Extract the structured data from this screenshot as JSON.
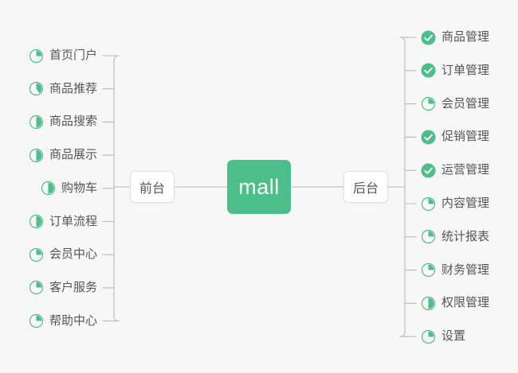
{
  "diagram": {
    "type": "mindmap",
    "background_color": "#f7f7f7",
    "accent_color": "#4BBE8A",
    "line_color": "#b9b9b9",
    "text_color": "#555555",
    "root": {
      "label": "mall"
    },
    "branches": {
      "left": {
        "label": "前台"
      },
      "right": {
        "label": "后台"
      }
    }
  },
  "left_items": [
    {
      "label": "首页门户",
      "icon": "pie-quarter-icon",
      "progress": 25
    },
    {
      "label": "商品推荐",
      "icon": "pie-two-fifths-icon",
      "progress": 40
    },
    {
      "label": "商品搜索",
      "icon": "pie-half-icon",
      "progress": 50
    },
    {
      "label": "商品展示",
      "icon": "pie-half-icon",
      "progress": 50
    },
    {
      "label": "购物车",
      "icon": "pie-half-icon",
      "progress": 50
    },
    {
      "label": "订单流程",
      "icon": "pie-half-icon",
      "progress": 50
    },
    {
      "label": "会员中心",
      "icon": "pie-quarter-icon",
      "progress": 25
    },
    {
      "label": "客户服务",
      "icon": "pie-quarter-icon",
      "progress": 25
    },
    {
      "label": "帮助中心",
      "icon": "pie-quarter-icon",
      "progress": 25
    }
  ],
  "right_items": [
    {
      "label": "商品管理",
      "icon": "check-circle-icon",
      "progress": 100
    },
    {
      "label": "订单管理",
      "icon": "check-circle-icon",
      "progress": 100
    },
    {
      "label": "会员管理",
      "icon": "pie-quarter-icon",
      "progress": 25
    },
    {
      "label": "促销管理",
      "icon": "check-circle-icon",
      "progress": 100
    },
    {
      "label": "运营管理",
      "icon": "check-circle-icon",
      "progress": 100
    },
    {
      "label": "内容管理",
      "icon": "pie-quarter-icon",
      "progress": 25
    },
    {
      "label": "统计报表",
      "icon": "pie-quarter-icon",
      "progress": 25
    },
    {
      "label": "财务管理",
      "icon": "pie-quarter-icon",
      "progress": 25
    },
    {
      "label": "权限管理",
      "icon": "pie-half-icon",
      "progress": 50
    },
    {
      "label": "设置",
      "icon": "pie-quarter-icon",
      "progress": 25
    }
  ]
}
